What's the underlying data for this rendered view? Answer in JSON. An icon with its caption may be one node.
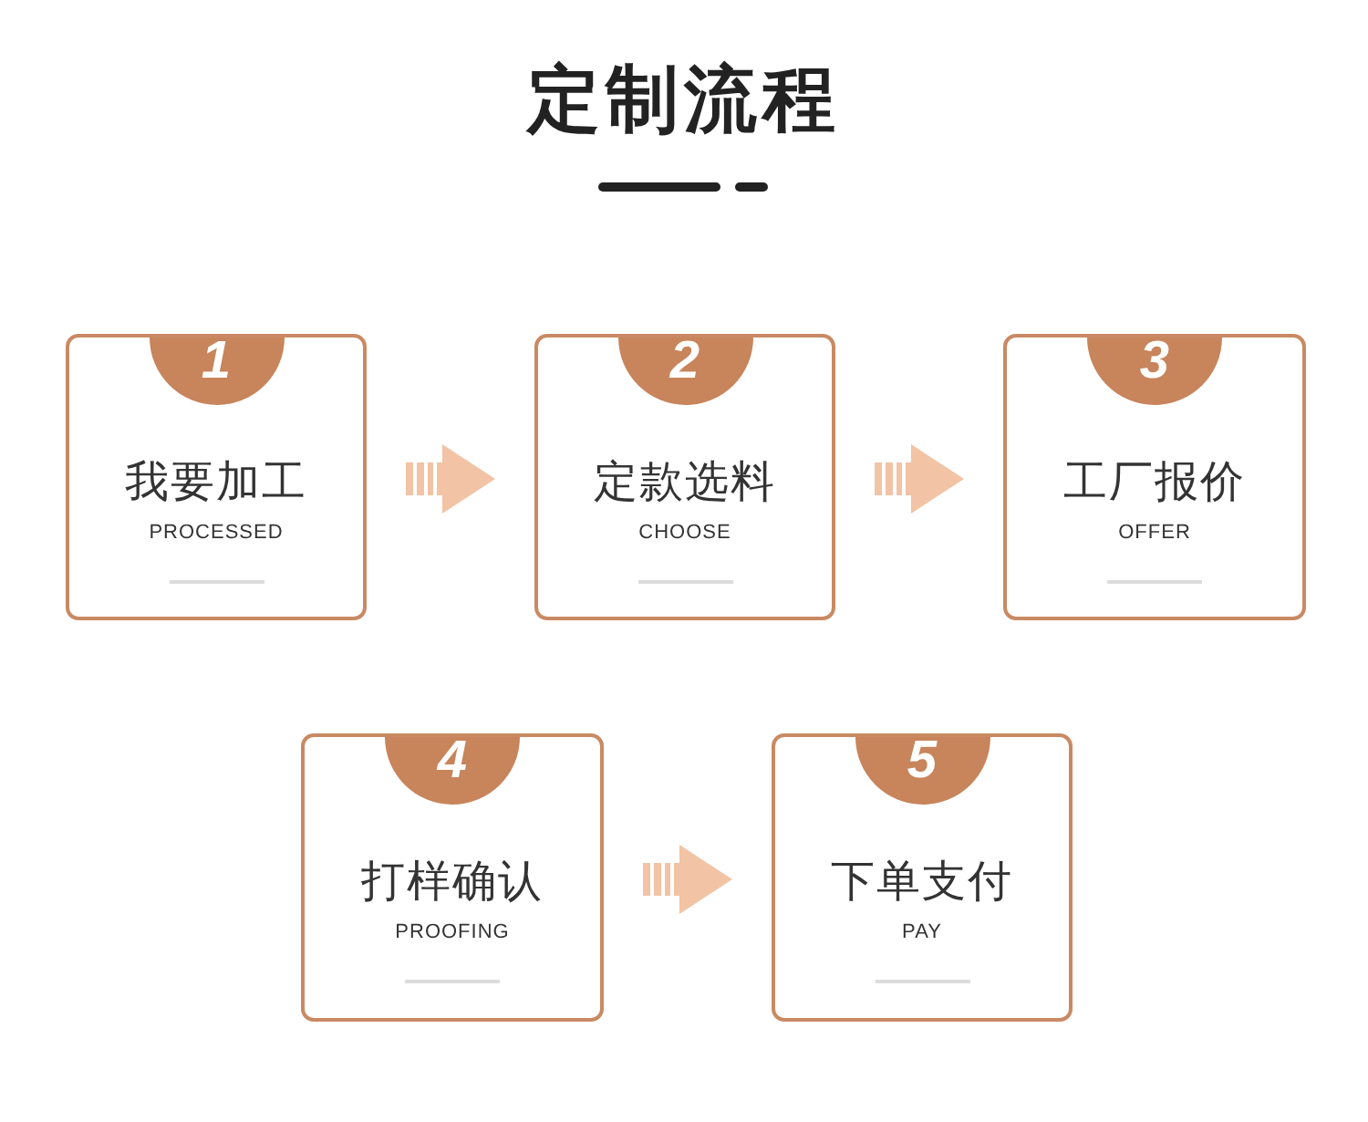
{
  "diagram": {
    "title": "定制流程",
    "nodes": [
      {
        "text": [
          "我要加工",
          "PROCESSED"
        ]
      },
      {
        "text": [
          "1"
        ],
        "in": 0
      },
      {
        "text": [
          "定款选料",
          "CHOOSE"
        ]
      },
      {
        "text": [
          "2"
        ],
        "in": 2
      },
      {
        "text": [
          "工厂报价",
          "OFFER"
        ]
      },
      {
        "text": [
          "3"
        ],
        "in": 4
      },
      {
        "text": [
          "打样确认",
          "PROOFING"
        ]
      },
      {
        "text": [
          "4"
        ],
        "in": 6
      },
      {
        "text": [
          "下单支付",
          "PAY"
        ]
      },
      {
        "text": [
          "5"
        ],
        "in": 8
      }
    ],
    "edges": [
      {
        "from": 0,
        "to": 2,
        "arrow": "to"
      },
      {
        "from": 2,
        "to": 4,
        "arrow": "to"
      },
      {
        "from": 6,
        "to": 8,
        "arrow": "to"
      }
    ]
  }
}
